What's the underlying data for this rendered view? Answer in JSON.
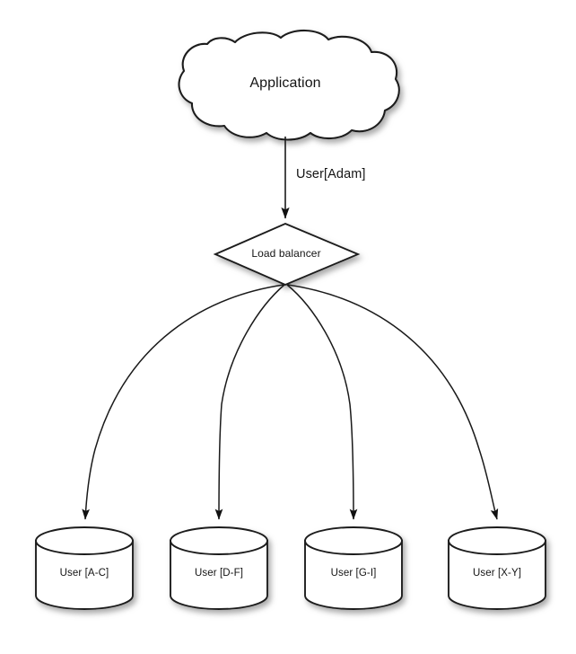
{
  "diagram": {
    "title_node": {
      "shape": "cloud",
      "label": "Application"
    },
    "router_node": {
      "shape": "diamond",
      "label": "Load balancer"
    },
    "edges": [
      {
        "from": "Application",
        "to": "Load balancer",
        "label": "User[Adam]",
        "style": "straight-arrow"
      },
      {
        "from": "Load balancer",
        "to": "User [A-C]",
        "label": "",
        "style": "curved-arrow"
      },
      {
        "from": "Load balancer",
        "to": "User [D-F]",
        "label": "",
        "style": "curved-arrow"
      },
      {
        "from": "Load balancer",
        "to": "User [G-I]",
        "label": "",
        "style": "curved-arrow"
      },
      {
        "from": "Load balancer",
        "to": "User [X-Y]",
        "label": "",
        "style": "curved-arrow"
      }
    ],
    "shards": [
      {
        "shape": "database-cylinder",
        "label": "User [A-C]"
      },
      {
        "shape": "database-cylinder",
        "label": "User [D-F]"
      },
      {
        "shape": "database-cylinder",
        "label": "User [G-I]"
      },
      {
        "shape": "database-cylinder",
        "label": "User [X-Y]"
      }
    ],
    "colors": {
      "background": "#ffffff",
      "stroke": "#1a1a1a",
      "fill": "#ffffff",
      "text": "#141414",
      "shadow": "#b4b4b4"
    }
  }
}
